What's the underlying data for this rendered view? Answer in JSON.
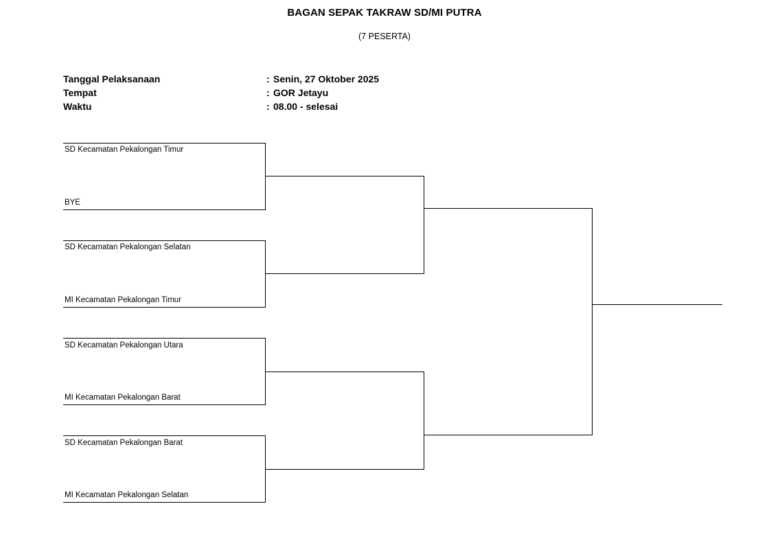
{
  "header": {
    "title": "BAGAN SEPAK TAKRAW SD/MI PUTRA",
    "subtitle": "(7 PESERTA)"
  },
  "info": {
    "rows": [
      {
        "label": "Tanggal Pelaksanaan",
        "separator": ":",
        "value": "Senin, 27 Oktober 2025"
      },
      {
        "label": "Tempat",
        "separator": ":",
        "value": "GOR Jetayu"
      },
      {
        "label": "Waktu",
        "separator": ":",
        "value": "08.00 - selesai"
      }
    ]
  },
  "bracket": {
    "round1": [
      {
        "top": "SD Kecamatan Pekalongan Timur",
        "bottom": "BYE"
      },
      {
        "top": "SD Kecamatan Pekalongan Selatan",
        "bottom": "MI Kecamatan Pekalongan Timur"
      },
      {
        "top": "SD Kecamatan Pekalongan Utara",
        "bottom": "MI Kecamatan Pekalongan Barat"
      },
      {
        "top": "SD Kecamatan Pekalongan Barat",
        "bottom": "MI Kecamatan Pekalongan Selatan"
      }
    ],
    "round2": [
      {
        "top": "",
        "bottom": ""
      },
      {
        "top": "",
        "bottom": ""
      }
    ],
    "final": {
      "top": "",
      "bottom": ""
    },
    "champion": ""
  },
  "colors": {
    "line": "#000000",
    "text": "#000000",
    "background": "#ffffff"
  }
}
